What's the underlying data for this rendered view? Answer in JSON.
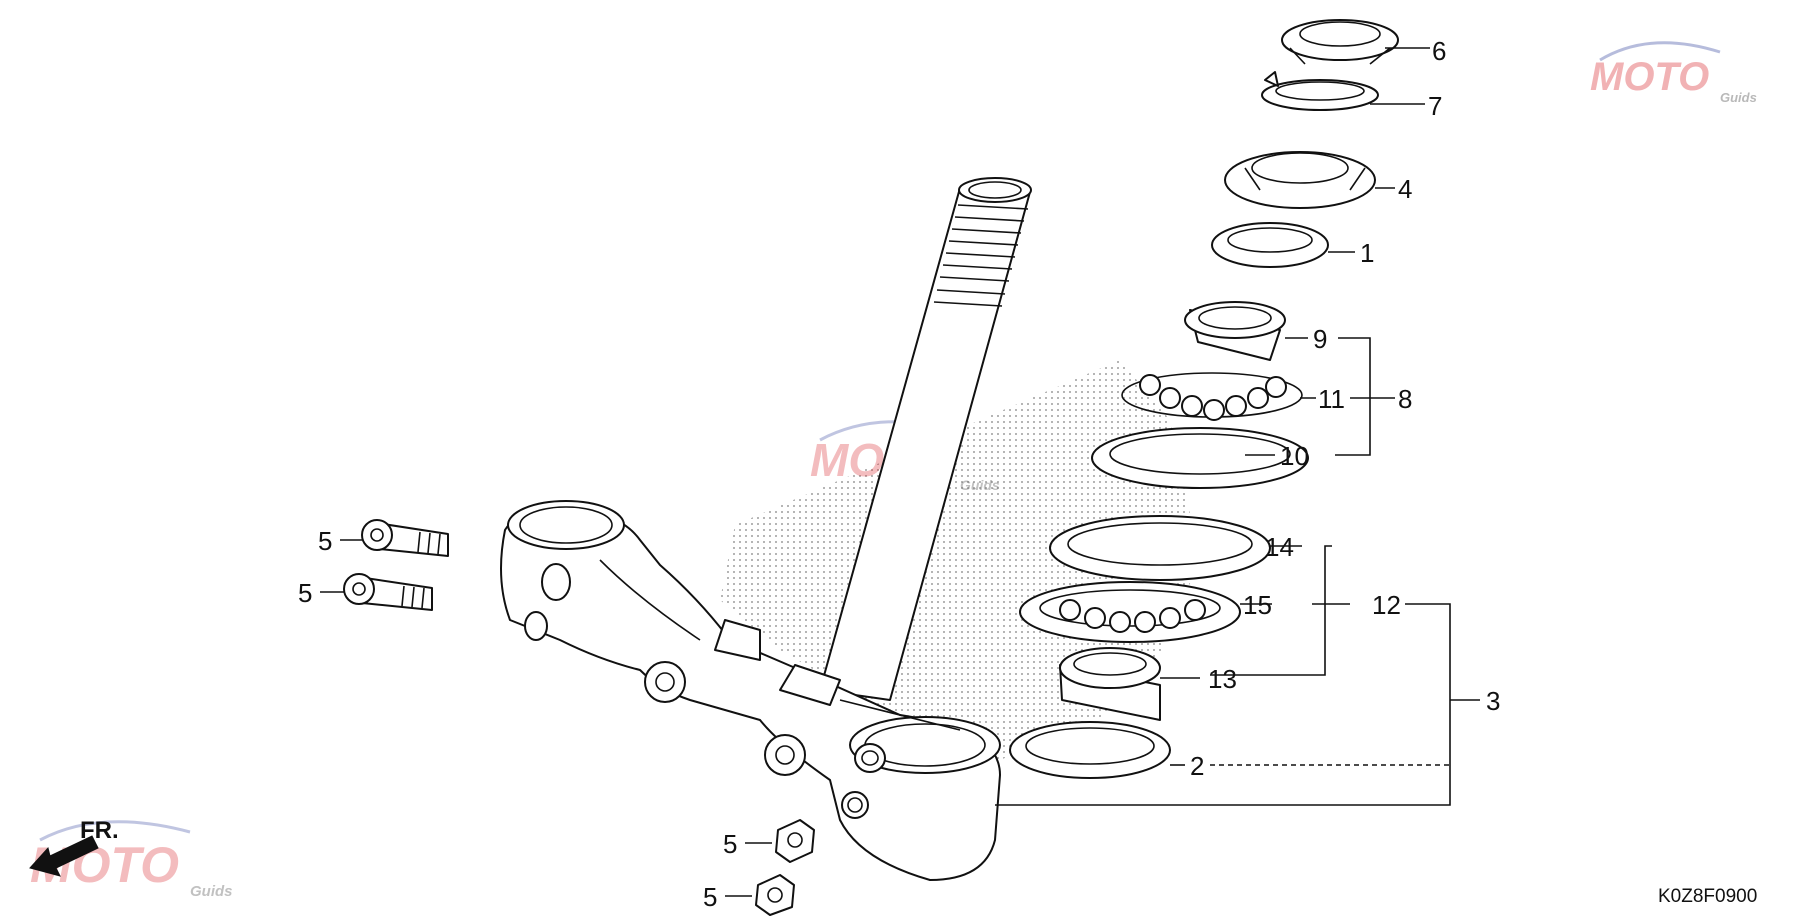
{
  "diagram": {
    "code": "K0Z8F0900",
    "direction_label": "FR.",
    "callouts": [
      {
        "id": "c6",
        "label": "6"
      },
      {
        "id": "c7",
        "label": "7"
      },
      {
        "id": "c4",
        "label": "4"
      },
      {
        "id": "c1",
        "label": "1"
      },
      {
        "id": "c9",
        "label": "9"
      },
      {
        "id": "c8",
        "label": "8"
      },
      {
        "id": "c11",
        "label": "11"
      },
      {
        "id": "c10",
        "label": "10"
      },
      {
        "id": "c14",
        "label": "14"
      },
      {
        "id": "c15",
        "label": "15"
      },
      {
        "id": "c12",
        "label": "12"
      },
      {
        "id": "c13",
        "label": "13"
      },
      {
        "id": "c3",
        "label": "3"
      },
      {
        "id": "c2",
        "label": "2"
      },
      {
        "id": "c5a",
        "label": "5"
      },
      {
        "id": "c5b",
        "label": "5"
      },
      {
        "id": "c5c",
        "label": "5"
      },
      {
        "id": "c5d",
        "label": "5"
      }
    ]
  },
  "watermark": {
    "text": "MOTO",
    "subtext": "Guids",
    "colors": {
      "red": "#d9252a",
      "blue": "#2d3e9a",
      "gray": "#666666"
    }
  }
}
